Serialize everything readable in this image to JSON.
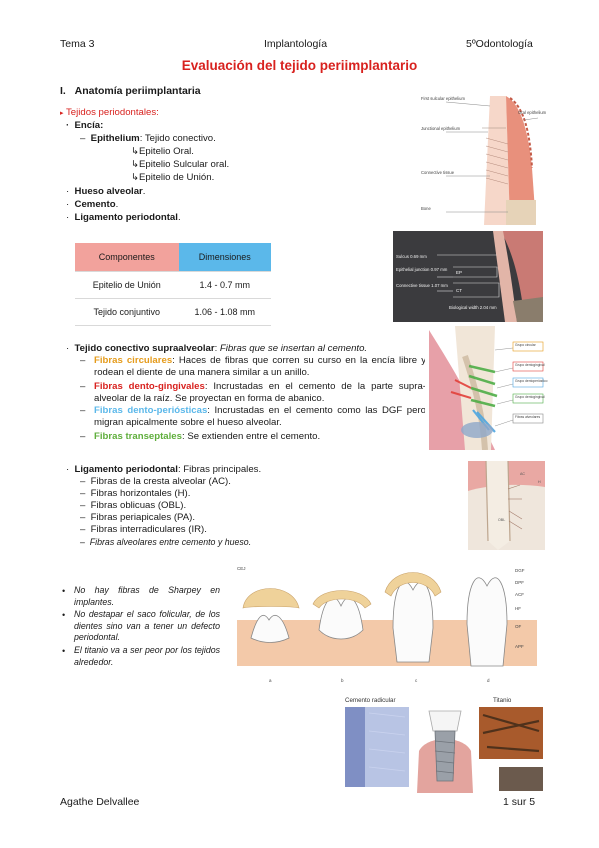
{
  "header": {
    "left": "Tema 3",
    "center": "Implantología",
    "right": "5ºOdontología"
  },
  "title": "Evaluación del tejido periimplantario",
  "section": {
    "number": "I.",
    "title": "Anatomía periimplantaria"
  },
  "perio": {
    "heading": "Tejidos periodontales",
    "encia": "Encía:",
    "epithelium_bold": "Epithelium",
    "epithelium_rest": ": Tejido conectivo.",
    "epi_items": [
      "↳Epitelio Oral.",
      "↳Epitelio Sulcular oral.",
      "↳Epitelio de Unión."
    ],
    "hueso": "Hueso alveolar",
    "cemento": "Cemento",
    "ligamento": "Ligamento periodontal"
  },
  "table": {
    "headers": [
      "Componentes",
      "Dimensiones"
    ],
    "header_colors": [
      "#f2a29c",
      "#5bb8ea"
    ],
    "rows": [
      [
        "Epitelio de Unión",
        "1.4 - 0.7 mm"
      ],
      [
        "Tejido conjuntivo",
        "1.06 - 1.08 mm"
      ]
    ]
  },
  "supra": {
    "heading": "Tejido conectivo supraalveolar",
    "heading_note": "Fibras que se insertan al cemento.",
    "items": [
      {
        "label": "Fibras circulares",
        "color": "#e59b1a",
        "text": ": Haces de fibras que corren su curso en la encía libre y rodean el diente de una manera similar a un anillo."
      },
      {
        "label": "Fibras dento-gingivales",
        "color": "#d8221f",
        "text": ": Incrustadas en el cemento de la parte supra-alveolar de la raíz. Se proyectan en forma de abanico."
      },
      {
        "label": "Fibras dento-periósticas",
        "color": "#5bb8ea",
        "text": ": Incrustadas en el cemento como las DGF pero migran apicalmente sobre el hueso alveolar."
      },
      {
        "label": "Fibras transeptales",
        "color": "#5fae3c",
        "text": ": Se extienden entre el cemento."
      }
    ]
  },
  "lig": {
    "heading": "Ligamento periodontal",
    "heading_rest": ": Fibras principales.",
    "items": [
      "Fibras de la cresta alveolar (AC).",
      "Fibras horizontales (H).",
      "Fibras oblicuas (OBL).",
      "Fibras periapicales (PA).",
      "Fibras interradiculares (IR)."
    ],
    "note": "Fibras alveolares entre cemento y hueso."
  },
  "notes": [
    "No hay fibras de Sharpey en implantes.",
    "No destapar el saco folicular, de los dientes sino van a tener un defecto periodontal.",
    "El titanio va a ser peor por los tejidos alrededor."
  ],
  "figures": {
    "fig1_labels": [
      "First sulcular epithelium",
      "Oral epithelium",
      "Junctional epithelium",
      "Connective tissue",
      "Bone"
    ],
    "fig2_labels": [
      "Sulcus 0.69 mm",
      "Epithelial junction 0.97 mm",
      "Connective tissue 1.07 mm",
      "Biological width 2.04 mm",
      "EP",
      "CT"
    ],
    "fig3_labels": [
      "Grupo circular",
      "Grupo dentogingival",
      "Grupo dentoperióstico",
      "Grupo dentogingival",
      "Fibras alveolares"
    ],
    "fig4_labels": [
      "AC",
      "H",
      "OBL"
    ],
    "fig5_labels": [
      "CEJ",
      "DGF",
      "DPF",
      "ACF",
      "HF",
      "OF",
      "APF"
    ],
    "fig5_panels": [
      "a",
      "b",
      "c",
      "d"
    ],
    "fig6_labels": [
      "Cemento radicular",
      "Titanio"
    ]
  },
  "footer": {
    "author": "Agathe Delvallee",
    "page": "1 sur 5"
  }
}
